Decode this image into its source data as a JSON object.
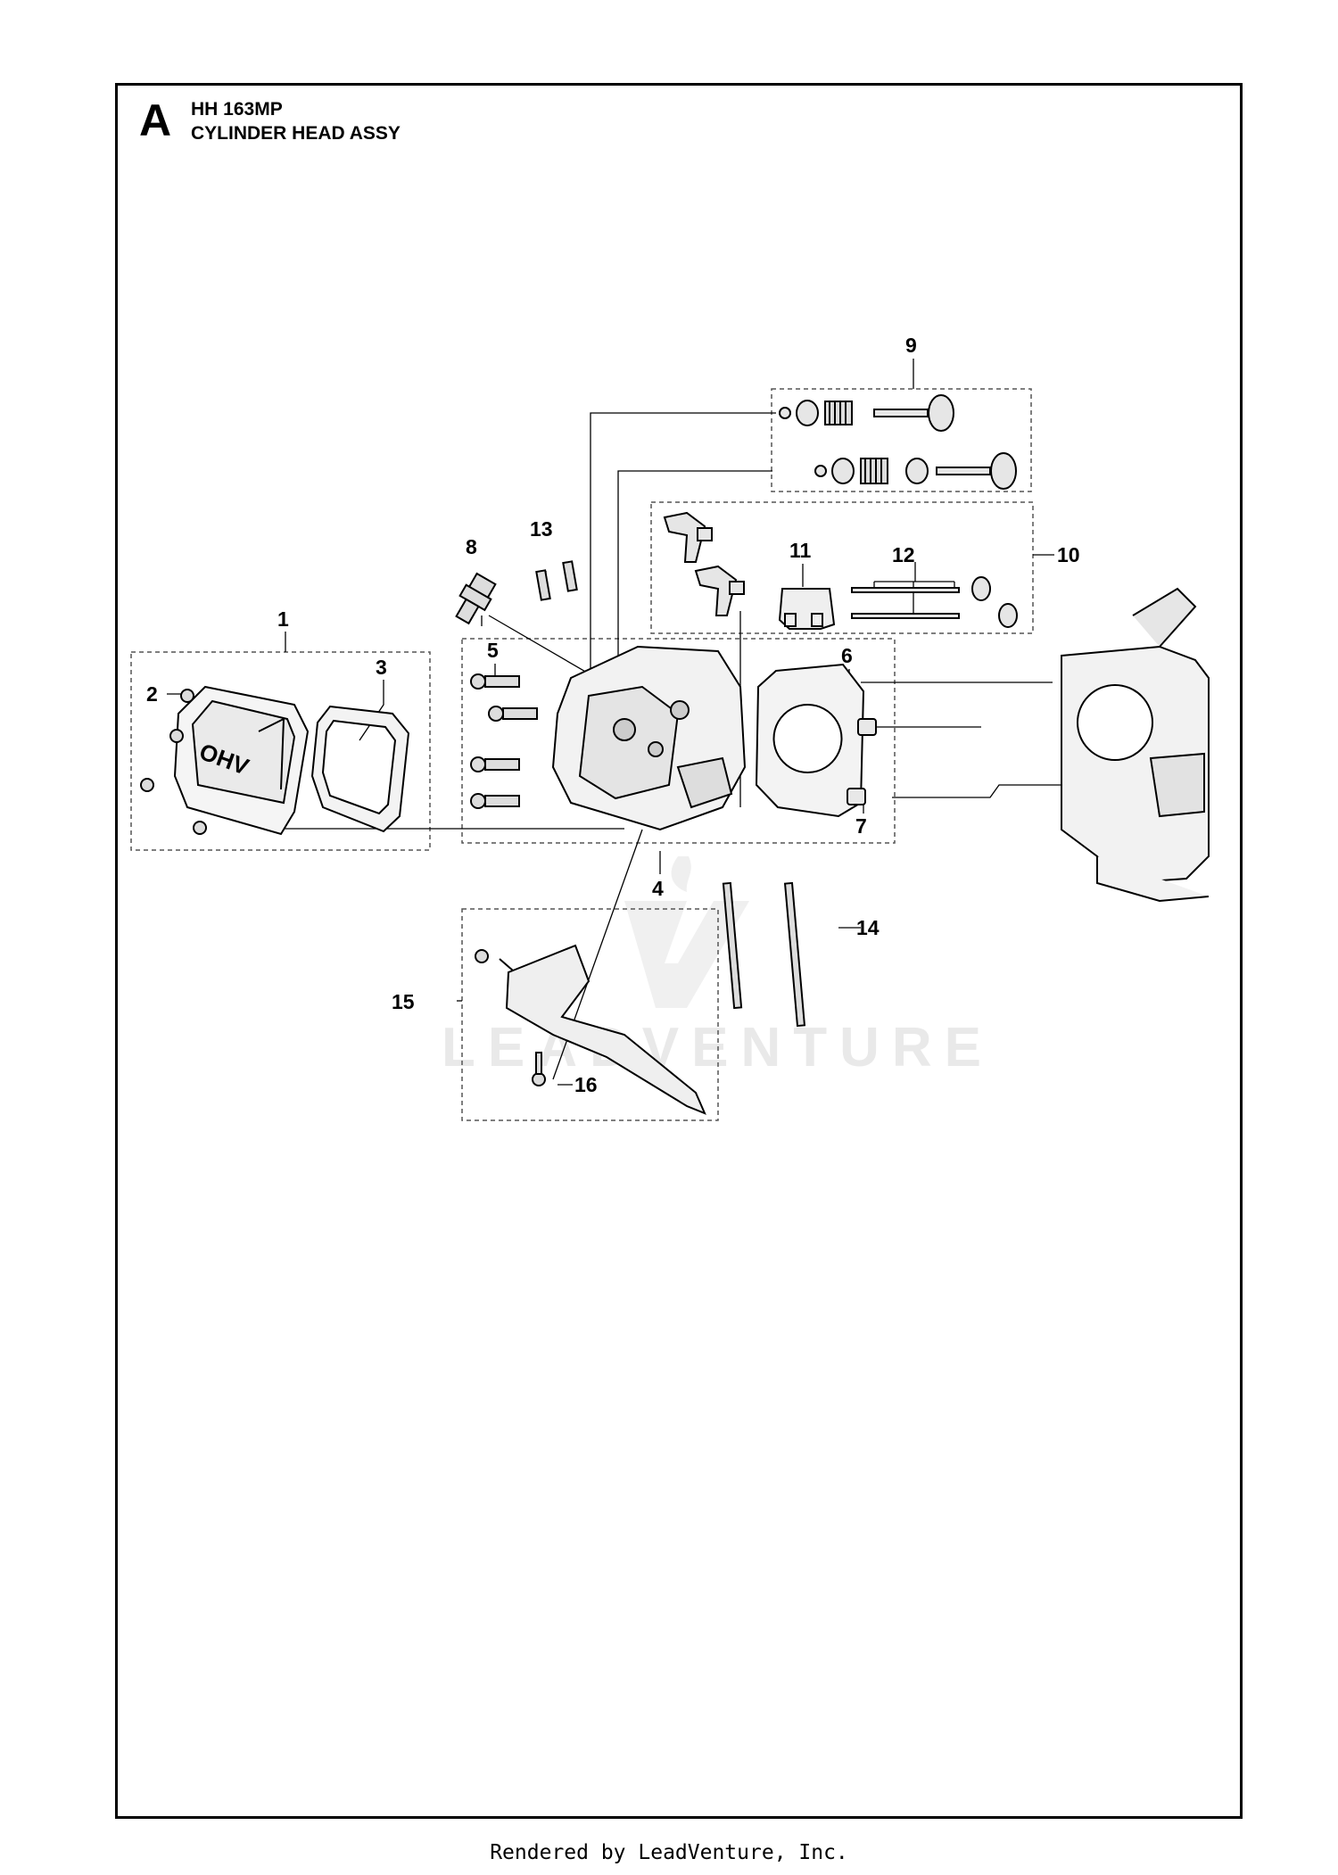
{
  "header": {
    "section_letter": "A",
    "model": "HH 163MP",
    "assembly_title": "CYLINDER HEAD ASSY"
  },
  "watermark": {
    "text": "LEADVENTURE"
  },
  "callouts": {
    "c1": "1",
    "c2": "2",
    "c3": "3",
    "c4": "4",
    "c5": "5",
    "c6": "6",
    "c7": "7",
    "c8": "8",
    "c9": "9",
    "c10": "10",
    "c11": "11",
    "c12": "12",
    "c13": "13",
    "c14": "14",
    "c15": "15",
    "c16": "16"
  },
  "footer": {
    "text": "Rendered by LeadVenture, Inc."
  }
}
